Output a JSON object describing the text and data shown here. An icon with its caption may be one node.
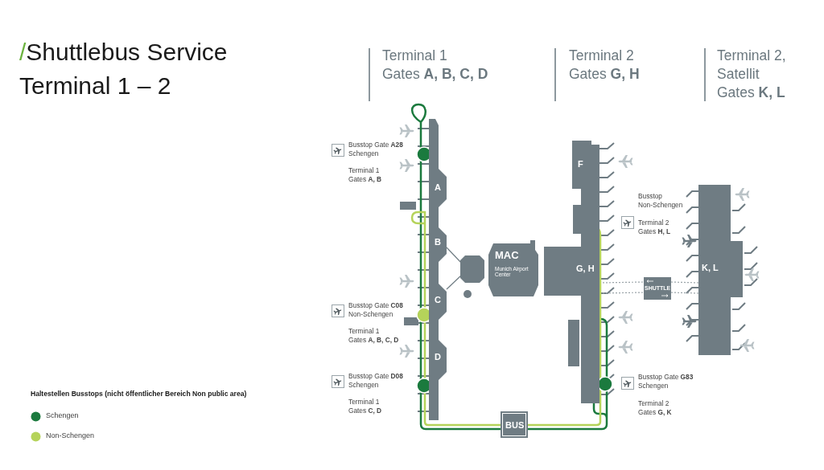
{
  "diagram": {
    "title": "/Shuttlebus Service Terminal 1 – 2",
    "nodes": [
      {
        "text": [
          "A",
          "B",
          "C",
          "D"
        ]
      },
      {
        "text": [
          "MAC",
          "Munich Airport Center"
        ]
      },
      {
        "text": [
          "G, H"
        ]
      },
      {
        "text": [
          "F"
        ]
      },
      {
        "text": [
          "K, L"
        ]
      },
      {
        "text": [
          "SHUTTLE"
        ]
      },
      {
        "text": [
          "BUS"
        ]
      },
      {
        "text": [],
        "shape": "box"
      }
    ],
    "edges": [
      {
        "from": 0,
        "to": 7,
        "arrow": "none"
      },
      {
        "from": 0,
        "to": 7,
        "arrow": "none"
      },
      {
        "from": 2,
        "to": 5,
        "arrow": "none",
        "style": "dashed"
      },
      {
        "from": 5,
        "to": 4,
        "arrow": "none",
        "style": "dashed"
      },
      {
        "from": 0,
        "to": 6,
        "arrow": "none",
        "color": "#1b7a3e"
      },
      {
        "from": 6,
        "to": 2,
        "arrow": "none",
        "color": "#1b7a3e"
      },
      {
        "from": 0,
        "to": 6,
        "arrow": "none",
        "color": "#b5d35a"
      },
      {
        "from": 6,
        "to": 2,
        "arrow": "none",
        "color": "#b5d35a"
      }
    ],
    "labels": [
      "Terminal 1",
      "Gates **A, B, C, D**",
      "Terminal 2",
      "Gates **G, H**",
      "Terminal 2,",
      "Satellit",
      "Gates **K, L**",
      "Busstop Gate **A28**",
      "Schengen",
      "Terminal 1",
      "Gates **A, B**",
      "Busstop Gate **C08**",
      "Non-Schengen",
      "Terminal 1",
      "Gates **A, B, C, D**",
      "Busstop Gate **D08**",
      "Schengen",
      "Terminal 1",
      "Gates **C, D**",
      "Busstop",
      "Non-Schengen",
      "Terminal 2",
      "Gates **H, L**",
      "Busstop Gate **G83**",
      "Schengen",
      "Terminal 2",
      "Gates **G, K**",
      "Haltestellen Busstops (nicht öffentlicher Bereich Non public area)"
    ],
    "legend": [
      {
        "text": "Schengen",
        "color": "#1b7a3e"
      },
      {
        "text": "Non-Schengen",
        "color": "#b5d35a"
      }
    ]
  }
}
